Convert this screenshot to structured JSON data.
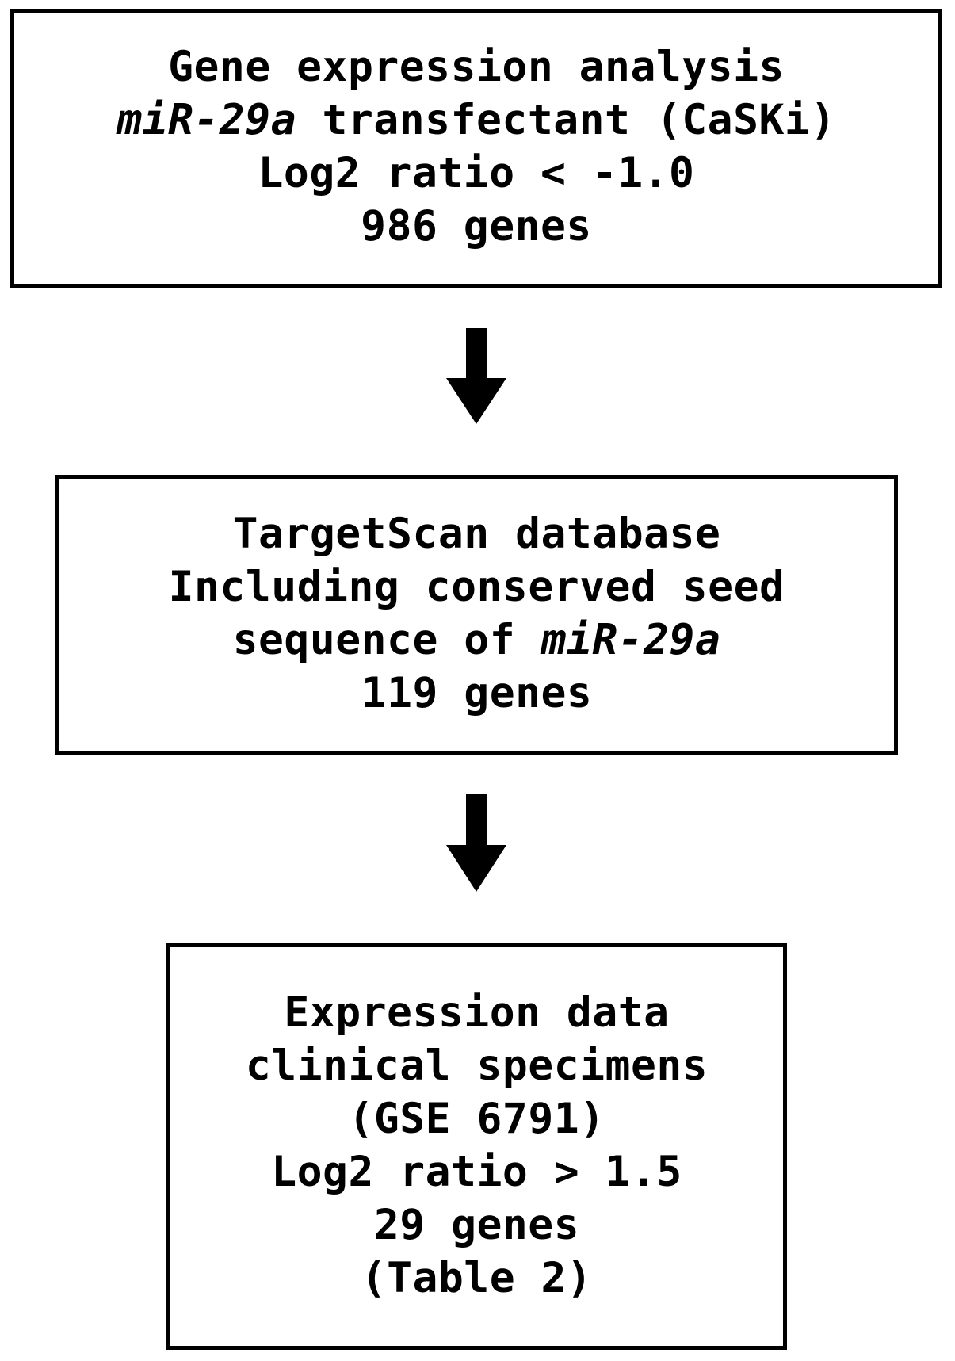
{
  "figure": {
    "type": "flowchart",
    "orientation": "vertical",
    "background_color": "#ffffff",
    "stroke_color": "#000000"
  },
  "nodes": [
    {
      "id": "gene-expression",
      "name": "gene-expression-analysis-box",
      "lines": [
        {
          "text": "Gene expression analysis",
          "style": "normal"
        },
        {
          "pre": "",
          "em": "miR-29a",
          "post": " transfectant (CaSKi)",
          "style": "mixed"
        },
        {
          "text": "Log2 ratio < -1.0",
          "style": "normal"
        },
        {
          "text": "986 genes",
          "style": "normal"
        }
      ]
    },
    {
      "id": "targetscan",
      "name": "targetscan-database-box",
      "lines": [
        {
          "text": "TargetScan database",
          "style": "normal"
        },
        {
          "text": "Including conserved seed",
          "style": "normal"
        },
        {
          "pre": "sequence of ",
          "em": "miR-29a",
          "post": "",
          "style": "mixed"
        },
        {
          "text": "119 genes",
          "style": "normal"
        }
      ]
    },
    {
      "id": "expression-data",
      "name": "expression-data-clinical-specimens-box",
      "lines": [
        {
          "text": "Expression data",
          "style": "normal"
        },
        {
          "text": "clinical specimens",
          "style": "normal"
        },
        {
          "text": "(GSE 6791)",
          "style": "normal"
        },
        {
          "text": "Log2 ratio > 1.5",
          "style": "normal"
        },
        {
          "text": "29 genes",
          "style": "normal"
        },
        {
          "text": "(Table 2)",
          "style": "normal"
        }
      ]
    }
  ],
  "box1": {
    "line1": "Gene expression analysis",
    "line2_em": "miR-29a",
    "line2_rest": " transfectant (CaSKi)",
    "line3": "Log2 ratio < -1.0",
    "line4": "986 genes"
  },
  "box2": {
    "line1": "TargetScan database",
    "line2": "Including conserved seed",
    "line3_pre": "sequence of ",
    "line3_em": "miR-29a",
    "line4": "119 genes"
  },
  "box3": {
    "line1": "Expression data",
    "line2": "clinical specimens",
    "line3": "(GSE 6791)",
    "line4": "Log2 ratio > 1.5",
    "line5": "29 genes",
    "line6": "(Table 2)"
  },
  "arrows": [
    {
      "id": "arrow-1",
      "name": "down-arrow-icon",
      "from": "gene-expression",
      "to": "targetscan"
    },
    {
      "id": "arrow-2",
      "name": "down-arrow-icon",
      "from": "targetscan",
      "to": "expression-data"
    }
  ]
}
